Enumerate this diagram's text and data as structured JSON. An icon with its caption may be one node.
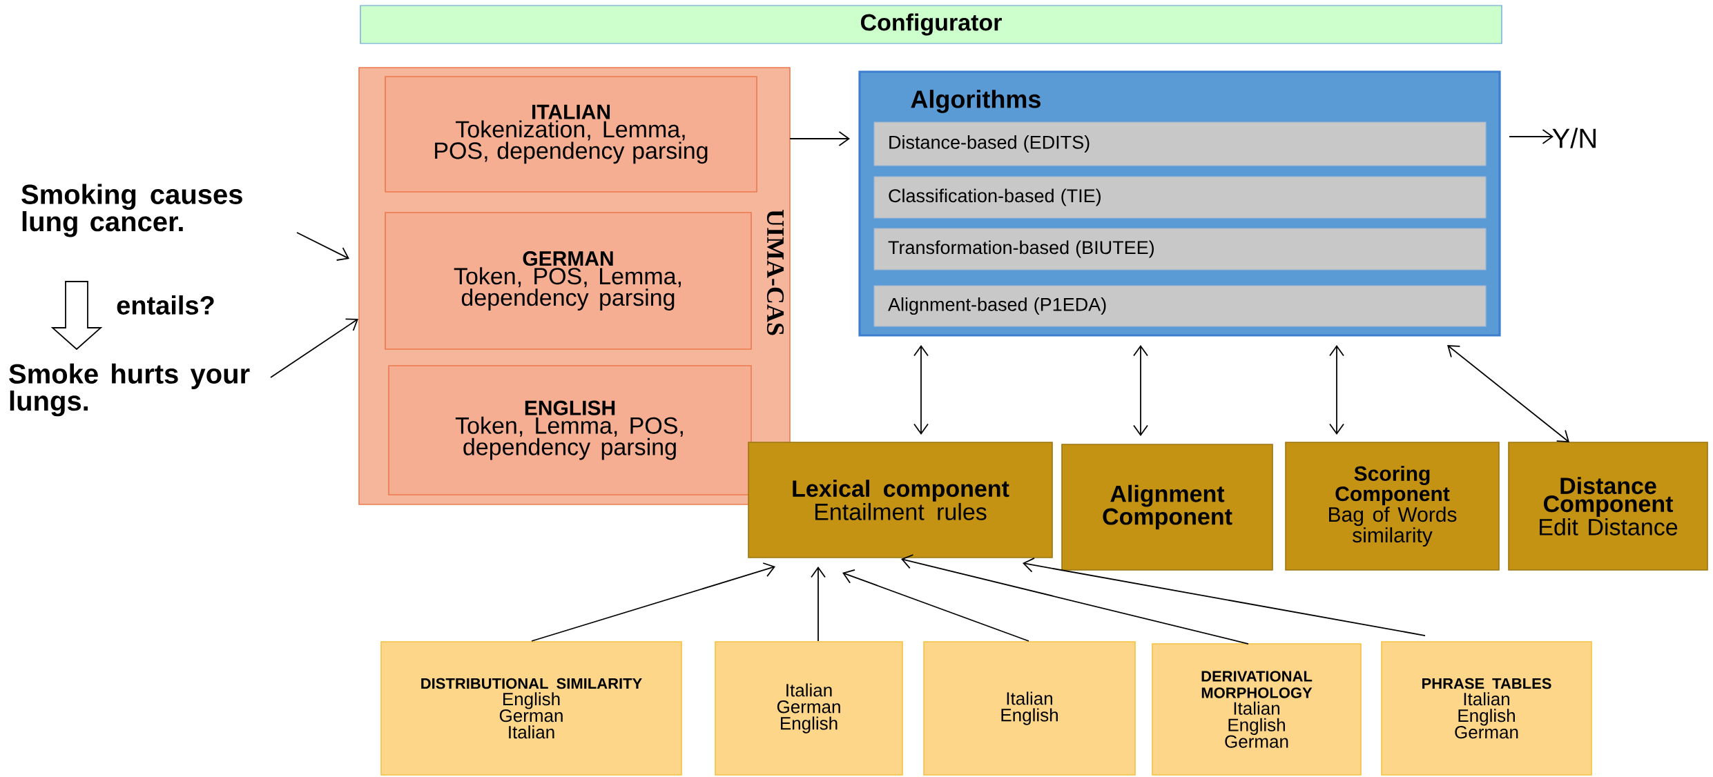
{
  "diagram": {
    "nodes": [
      {
        "text": [
          "Configurator"
        ]
      },
      {
        "text": [
          "UIMA-CAS"
        ]
      },
      {
        "text": [
          "ITALIAN",
          "Tokenization, Lemma, POS, dependency parsing"
        ],
        "in": 1
      },
      {
        "text": [
          "GERMAN",
          "Token,  POS, Lemma, dependency parsing"
        ],
        "in": 1
      },
      {
        "text": [
          "ENGLISH",
          "Token, Lemma, POS, dependency parsing"
        ],
        "in": 1
      },
      {
        "text": [
          "Algorithms"
        ]
      },
      {
        "text": [
          "Distance-based (EDITS)"
        ],
        "in": 5
      },
      {
        "text": [
          "Classification-based (TIE)"
        ],
        "in": 5
      },
      {
        "text": [
          "Transformation-based (BIUTEE)"
        ],
        "in": 5
      },
      {
        "text": [
          "Alignment-based (P1EDA)"
        ],
        "in": 5
      },
      {
        "text": [
          "Y/N"
        ]
      },
      {
        "text": [
          "Lexical component",
          "Entailment rules"
        ]
      },
      {
        "text": [
          "Alignment Component"
        ]
      },
      {
        "text": [
          "Scoring Component",
          "Bag of Words similarity"
        ]
      },
      {
        "text": [
          "Distance Component",
          "Edit Distance"
        ]
      },
      {
        "text": [
          "DISTRIBUTIONAL SIMILARITY",
          "English",
          "German",
          "Italian"
        ]
      },
      {
        "text": [
          "Italian",
          "German",
          "English"
        ]
      },
      {
        "text": [
          "Italian",
          "English"
        ]
      },
      {
        "text": [
          "DERIVATIONAL MORPHOLOGY",
          "Italian",
          "English",
          "German"
        ]
      },
      {
        "text": [
          "PHRASE TABLES",
          "Italian",
          "English",
          "German"
        ]
      },
      {
        "text": [
          "Smoking causes lung cancer."
        ]
      },
      {
        "text": [
          "Smoke hurts your lungs."
        ]
      }
    ],
    "edges": [
      {
        "from": 20,
        "to": 1,
        "arrow": "to"
      },
      {
        "from": 21,
        "to": 1,
        "arrow": "to"
      },
      {
        "from": 20,
        "to": 21,
        "arrow": "to",
        "label": "entails?"
      },
      {
        "from": 1,
        "to": 5,
        "arrow": "to"
      },
      {
        "from": 5,
        "to": 10,
        "arrow": "to"
      },
      {
        "from": 5,
        "to": 11,
        "arrow": "both"
      },
      {
        "from": 5,
        "to": 12,
        "arrow": "both"
      },
      {
        "from": 5,
        "to": 13,
        "arrow": "both"
      },
      {
        "from": 5,
        "to": 14,
        "arrow": "both"
      },
      {
        "from": 15,
        "to": 11,
        "arrow": "to"
      },
      {
        "from": 16,
        "to": 11,
        "arrow": "to"
      },
      {
        "from": 17,
        "to": 11,
        "arrow": "to"
      },
      {
        "from": 18,
        "to": 11,
        "arrow": "to"
      },
      {
        "from": 19,
        "to": 11,
        "arrow": "to"
      }
    ]
  }
}
